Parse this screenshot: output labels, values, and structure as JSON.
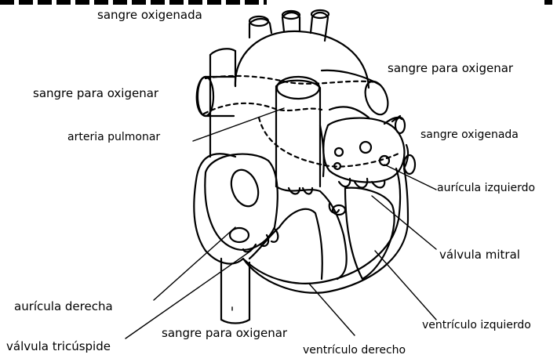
{
  "labels": {
    "top_oxygenated": "sangre oxigenada",
    "right_deoxygenated": "sangre para oxigenar",
    "left_deoxygenated": "sangre para oxigenar",
    "pulmonary_artery": "arteria pulmonar",
    "right_oxygenated": "sangre oxigenada",
    "left_atrium": "aurícula izquierdo",
    "mitral_valve": "válvula mitral",
    "right_atrium": "aurícula derecha",
    "left_ventricle": "ventrículo izquierdo",
    "bottom_deoxygenated": "sangre para oxigenar",
    "tricuspid_valve": "válvula tricúspide",
    "right_ventricle": "ventrículo derecho"
  },
  "colors": {
    "line": "#000000",
    "background": "#ffffff"
  }
}
